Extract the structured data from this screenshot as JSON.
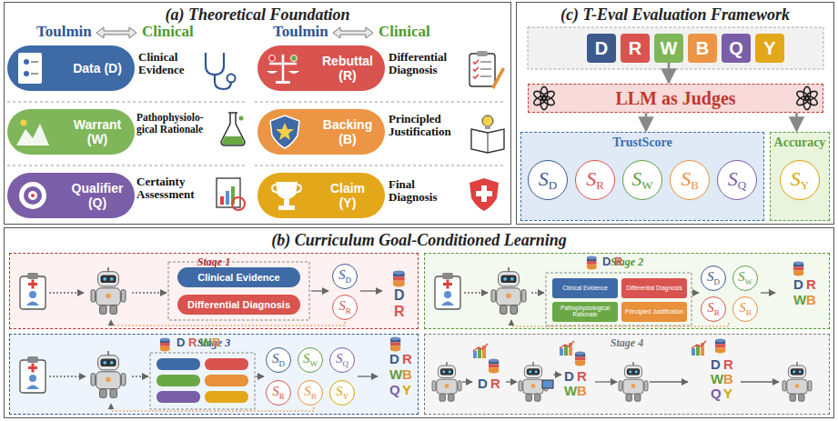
{
  "diagram": {
    "nodes": [
      {
        "text": [
          "(a) Theoretical Foundation"
        ]
      },
      {
        "text": [
          "Data (D)"
        ],
        "in": 0
      },
      {
        "text": [
          "Rebuttal (R)"
        ],
        "in": 0
      },
      {
        "text": [
          "Warrant (W)"
        ],
        "in": 0
      },
      {
        "text": [
          "Backing (B)"
        ],
        "in": 0
      },
      {
        "text": [
          "Qualifier (Q)"
        ],
        "in": 0
      },
      {
        "text": [
          "Claim (Y)"
        ],
        "in": 0
      },
      {
        "text": [
          "(c) T-Eval Evaluation Framework"
        ]
      },
      {
        "text": [
          "D"
        ],
        "in": 7
      },
      {
        "text": [
          "R"
        ],
        "in": 7
      },
      {
        "text": [
          "W"
        ],
        "in": 7
      },
      {
        "text": [
          "B"
        ],
        "in": 7
      },
      {
        "text": [
          "Q"
        ],
        "in": 7
      },
      {
        "text": [
          "Y"
        ],
        "in": 7
      },
      {
        "text": [
          "LLM as Judges"
        ],
        "in": 7
      },
      {
        "text": [
          "TrustScore"
        ],
        "in": 7
      },
      {
        "text": [
          "S",
          "D"
        ],
        "in": 15
      },
      {
        "text": [
          "S",
          "R"
        ],
        "in": 15
      },
      {
        "text": [
          "S",
          "W"
        ],
        "in": 15
      },
      {
        "text": [
          "S",
          "B"
        ],
        "in": 15
      },
      {
        "text": [
          "S",
          "Q"
        ],
        "in": 15
      },
      {
        "text": [
          "Accuracy"
        ],
        "in": 7
      },
      {
        "text": [
          "S",
          "Y"
        ],
        "in": 21
      },
      {
        "text": [
          "(b) Curriculum Goal-Conditioned Learning"
        ]
      },
      {
        "text": [
          "Stage 1"
        ],
        "in": 23
      },
      {
        "text": [
          "Clinical Evidence"
        ],
        "in": 24
      },
      {
        "text": [
          "Differential Diagnosis"
        ],
        "in": 24
      },
      {
        "text": [
          "S",
          "D"
        ],
        "in": 24
      },
      {
        "text": [
          "S",
          "R"
        ],
        "in": 24
      },
      {
        "text": [
          "Stage 2"
        ],
        "in": 23
      },
      {
        "text": [
          "Clinical Evidence"
        ],
        "in": 29
      },
      {
        "text": [
          "Differential Diagnosis"
        ],
        "in": 29
      },
      {
        "text": [
          "Pathophysiological Rationale"
        ],
        "in": 29
      },
      {
        "text": [
          "Principled Justification"
        ],
        "in": 29
      },
      {
        "text": [
          "S",
          "D"
        ],
        "in": 29
      },
      {
        "text": [
          "S",
          "W"
        ],
        "in": 29
      },
      {
        "text": [
          "S",
          "R"
        ],
        "in": 29
      },
      {
        "text": [
          "S",
          "B"
        ],
        "in": 29
      },
      {
        "text": [
          "Stage 3"
        ],
        "in": 23
      },
      {
        "text": [
          "S",
          "D"
        ],
        "in": 38
      },
      {
        "text": [
          "S",
          "W"
        ],
        "in": 38
      },
      {
        "text": [
          "S",
          "Q"
        ],
        "in": 38
      },
      {
        "text": [
          "S",
          "R"
        ],
        "in": 38
      },
      {
        "text": [
          "S",
          "B"
        ],
        "in": 38
      },
      {
        "text": [
          "S",
          "Y"
        ],
        "in": 38
      },
      {
        "text": [
          "Stage 4"
        ],
        "in": 23
      }
    ],
    "edges": [
      {
        "from": 10,
        "to": 14,
        "arrow": "to"
      },
      {
        "from": 14,
        "to": 15,
        "arrow": "to"
      },
      {
        "from": 14,
        "to": 21,
        "arrow": "to"
      }
    ],
    "labels": [
      "Toulmin",
      "Clinical",
      "Toulmin",
      "Clinical",
      "Clinical Evidence",
      "Pathophysiolo- gical Rationale",
      "Certainty Assessment",
      "Differential Diagnosis",
      "Principled Justification",
      "Final Diagnosis",
      "D",
      "R",
      "D",
      "R",
      "D",
      "R",
      "W",
      "B",
      "D",
      "R",
      "W",
      "B",
      "D",
      "R",
      "W",
      "B",
      "Q",
      "Y",
      "D",
      "R",
      "D",
      "R",
      "W",
      "B",
      "D",
      "R",
      "W",
      "B",
      "Q",
      "Y"
    ]
  }
}
